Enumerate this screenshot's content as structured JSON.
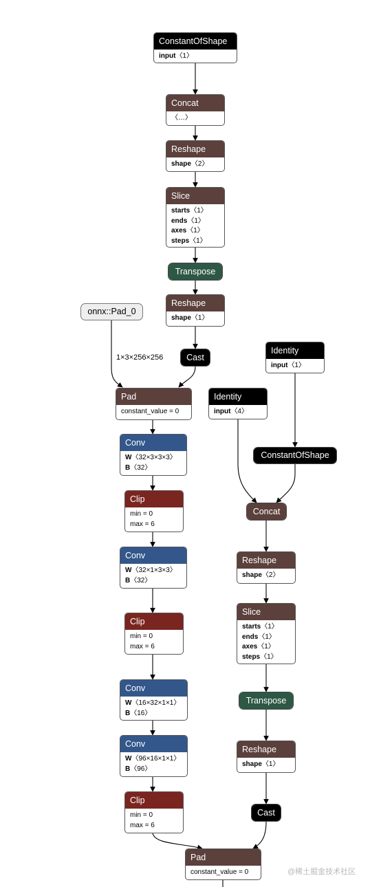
{
  "colors": {
    "shape_ops": "#5b403c",
    "layout_ops": "#2e5846",
    "conv": "#33578b",
    "activation": "#7a2520",
    "constant": "#000000",
    "graph_input": "#eeeeee",
    "edge": "#000000"
  },
  "nodes": {
    "constantofshape_top": {
      "title": "ConstantOfShape",
      "attrs": [
        {
          "key": "input",
          "val": "〈1〉"
        }
      ]
    },
    "concat_top": {
      "title": "Concat",
      "attrs": [
        {
          "key": "",
          "val": "〈…〉"
        }
      ]
    },
    "reshape_1": {
      "title": "Reshape",
      "attrs": [
        {
          "key": "shape",
          "val": "〈2〉"
        }
      ]
    },
    "slice_1": {
      "title": "Slice",
      "attrs": [
        {
          "key": "starts",
          "val": "〈1〉"
        },
        {
          "key": "ends",
          "val": "〈1〉"
        },
        {
          "key": "axes",
          "val": "〈1〉"
        },
        {
          "key": "steps",
          "val": "〈1〉"
        }
      ]
    },
    "transpose_1": {
      "title": "Transpose"
    },
    "reshape_2": {
      "title": "Reshape",
      "attrs": [
        {
          "key": "shape",
          "val": "〈1〉"
        }
      ]
    },
    "pad_input": {
      "title": "onnx::Pad_0"
    },
    "cast_1": {
      "title": "Cast"
    },
    "pad_1": {
      "title": "Pad",
      "attrs": [
        {
          "key": "",
          "val": "constant_value = 0"
        }
      ]
    },
    "conv_1": {
      "title": "Conv",
      "attrs": [
        {
          "key": "W",
          "val": "〈32×3×3×3〉"
        },
        {
          "key": "B",
          "val": "〈32〉"
        }
      ]
    },
    "clip_1": {
      "title": "Clip",
      "attrs": [
        {
          "key": "",
          "val": "min = 0"
        },
        {
          "key": "",
          "val": "max = 6"
        }
      ]
    },
    "conv_2": {
      "title": "Conv",
      "attrs": [
        {
          "key": "W",
          "val": "〈32×1×3×3〉"
        },
        {
          "key": "B",
          "val": "〈32〉"
        }
      ]
    },
    "clip_2": {
      "title": "Clip",
      "attrs": [
        {
          "key": "",
          "val": "min = 0"
        },
        {
          "key": "",
          "val": "max = 6"
        }
      ]
    },
    "conv_3": {
      "title": "Conv",
      "attrs": [
        {
          "key": "W",
          "val": "〈16×32×1×1〉"
        },
        {
          "key": "B",
          "val": "〈16〉"
        }
      ]
    },
    "conv_4": {
      "title": "Conv",
      "attrs": [
        {
          "key": "W",
          "val": "〈96×16×1×1〉"
        },
        {
          "key": "B",
          "val": "〈96〉"
        }
      ]
    },
    "clip_3": {
      "title": "Clip",
      "attrs": [
        {
          "key": "",
          "val": "min = 0"
        },
        {
          "key": "",
          "val": "max = 6"
        }
      ]
    },
    "identity_right": {
      "title": "Identity",
      "attrs": [
        {
          "key": "input",
          "val": "〈1〉"
        }
      ]
    },
    "identity_left": {
      "title": "Identity",
      "attrs": [
        {
          "key": "input",
          "val": "〈4〉"
        }
      ]
    },
    "constantofshape_r": {
      "title": "ConstantOfShape"
    },
    "concat_r": {
      "title": "Concat"
    },
    "reshape_3": {
      "title": "Reshape",
      "attrs": [
        {
          "key": "shape",
          "val": "〈2〉"
        }
      ]
    },
    "slice_2": {
      "title": "Slice",
      "attrs": [
        {
          "key": "starts",
          "val": "〈1〉"
        },
        {
          "key": "ends",
          "val": "〈1〉"
        },
        {
          "key": "axes",
          "val": "〈1〉"
        },
        {
          "key": "steps",
          "val": "〈1〉"
        }
      ]
    },
    "transpose_2": {
      "title": "Transpose"
    },
    "reshape_4": {
      "title": "Reshape",
      "attrs": [
        {
          "key": "shape",
          "val": "〈1〉"
        }
      ]
    },
    "cast_2": {
      "title": "Cast"
    },
    "pad_2": {
      "title": "Pad",
      "attrs": [
        {
          "key": "",
          "val": "constant_value = 0"
        }
      ]
    }
  },
  "edge_labels": {
    "pad_input_shape": "1×3×256×256"
  },
  "watermark": "@稀土掘金技术社区"
}
